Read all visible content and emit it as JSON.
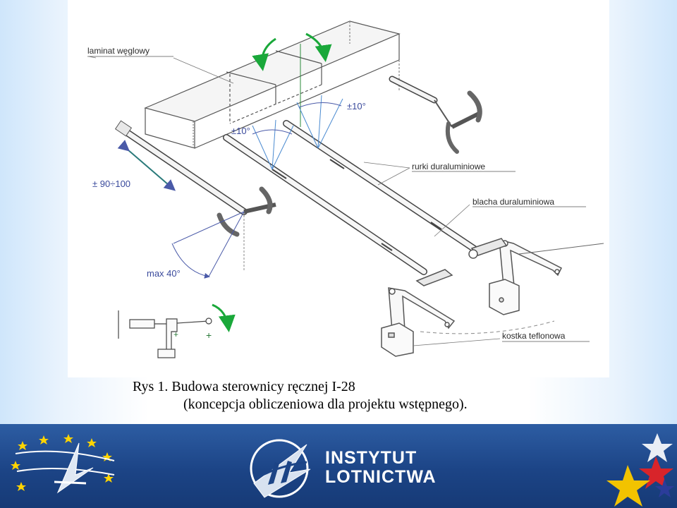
{
  "figure": {
    "labels": {
      "carbon_laminate": "laminat węglowy",
      "dural_tubes": "rurki duraluminiowe",
      "dural_sheet": "blacha duraluminiowa",
      "teflon_block": "kostka teflonowa"
    },
    "annotations": {
      "angle_right": "±10°",
      "angle_left": "±10°",
      "travel": "± 90÷100",
      "max_angle": "max 40°"
    }
  },
  "caption": {
    "line1": "Rys 1. Budowa sterownicy ręcznej I-28",
    "line2": "(koncepcja obliczeniowa dla projektu wstępnego)."
  },
  "footer": {
    "institute_line1": "INSTYTUT",
    "institute_line2": "LOTNICTWA"
  },
  "colors": {
    "footer_blue": "#1c4486",
    "arrow_green": "#1aa83a",
    "annotation_blue": "#3a4a9c"
  }
}
